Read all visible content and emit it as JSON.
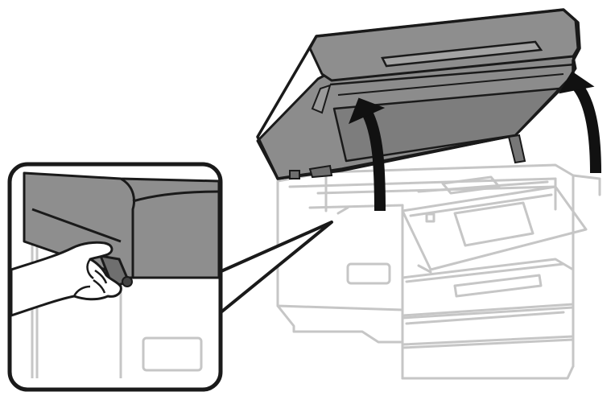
{
  "figure": {
    "subject": "printer",
    "icons": {
      "scanner_lid": "scanner-unit-open",
      "arrow_left": "lift-arrow-icon",
      "arrow_right": "lift-arrow-icon",
      "inset": "zoom-detail-callout",
      "hand": "hand-icon"
    },
    "colors": {
      "outline_light": "#c8c8c8",
      "outline_dark": "#1a1a1a",
      "scanner_fill": "#8c8c8c",
      "scanner_fill_dark": "#6f6f6f",
      "inset_panel": "#8e8e8e",
      "background": "#ffffff"
    }
  }
}
